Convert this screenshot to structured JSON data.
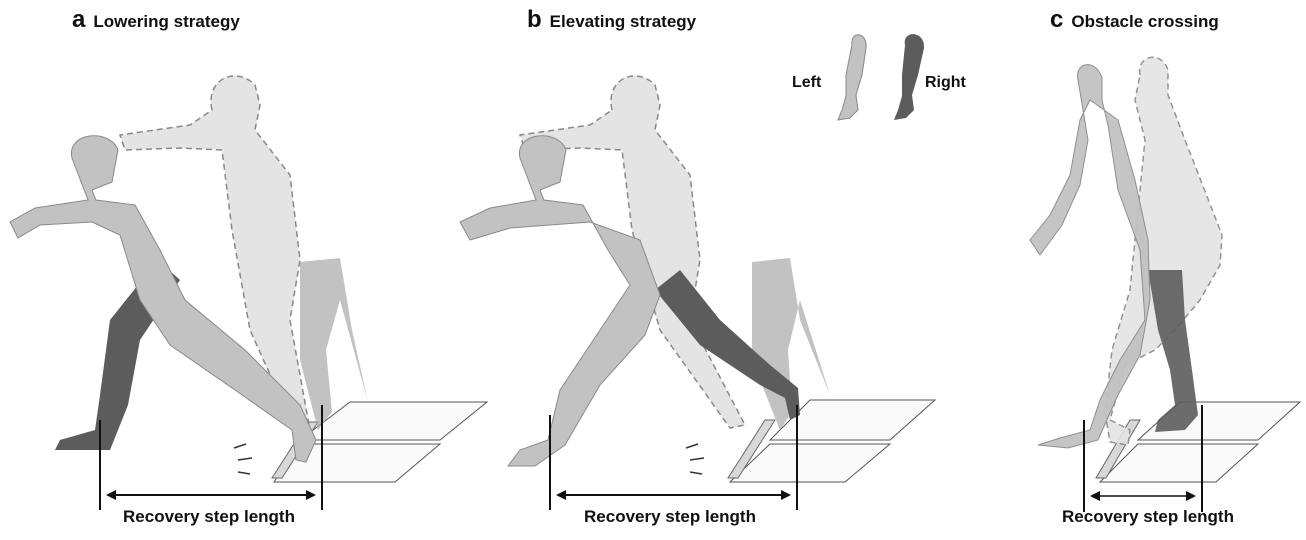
{
  "panels": [
    {
      "letter": "a",
      "title": "Lowering strategy",
      "caption": "Recovery step length"
    },
    {
      "letter": "b",
      "title": "Elevating strategy",
      "caption": "Recovery step length"
    },
    {
      "letter": "c",
      "title": "Obstacle crossing",
      "caption": "Recovery step length"
    }
  ],
  "legend": {
    "left_label": "Left",
    "right_label": "Right"
  },
  "colors": {
    "body_front": "#c2c2c2",
    "body_back": "#e4e4e4",
    "leg_right": "#5c5c5c",
    "leg_back": "#a8a8a8",
    "outline": "#7a7a7a",
    "ink": "#111111"
  }
}
